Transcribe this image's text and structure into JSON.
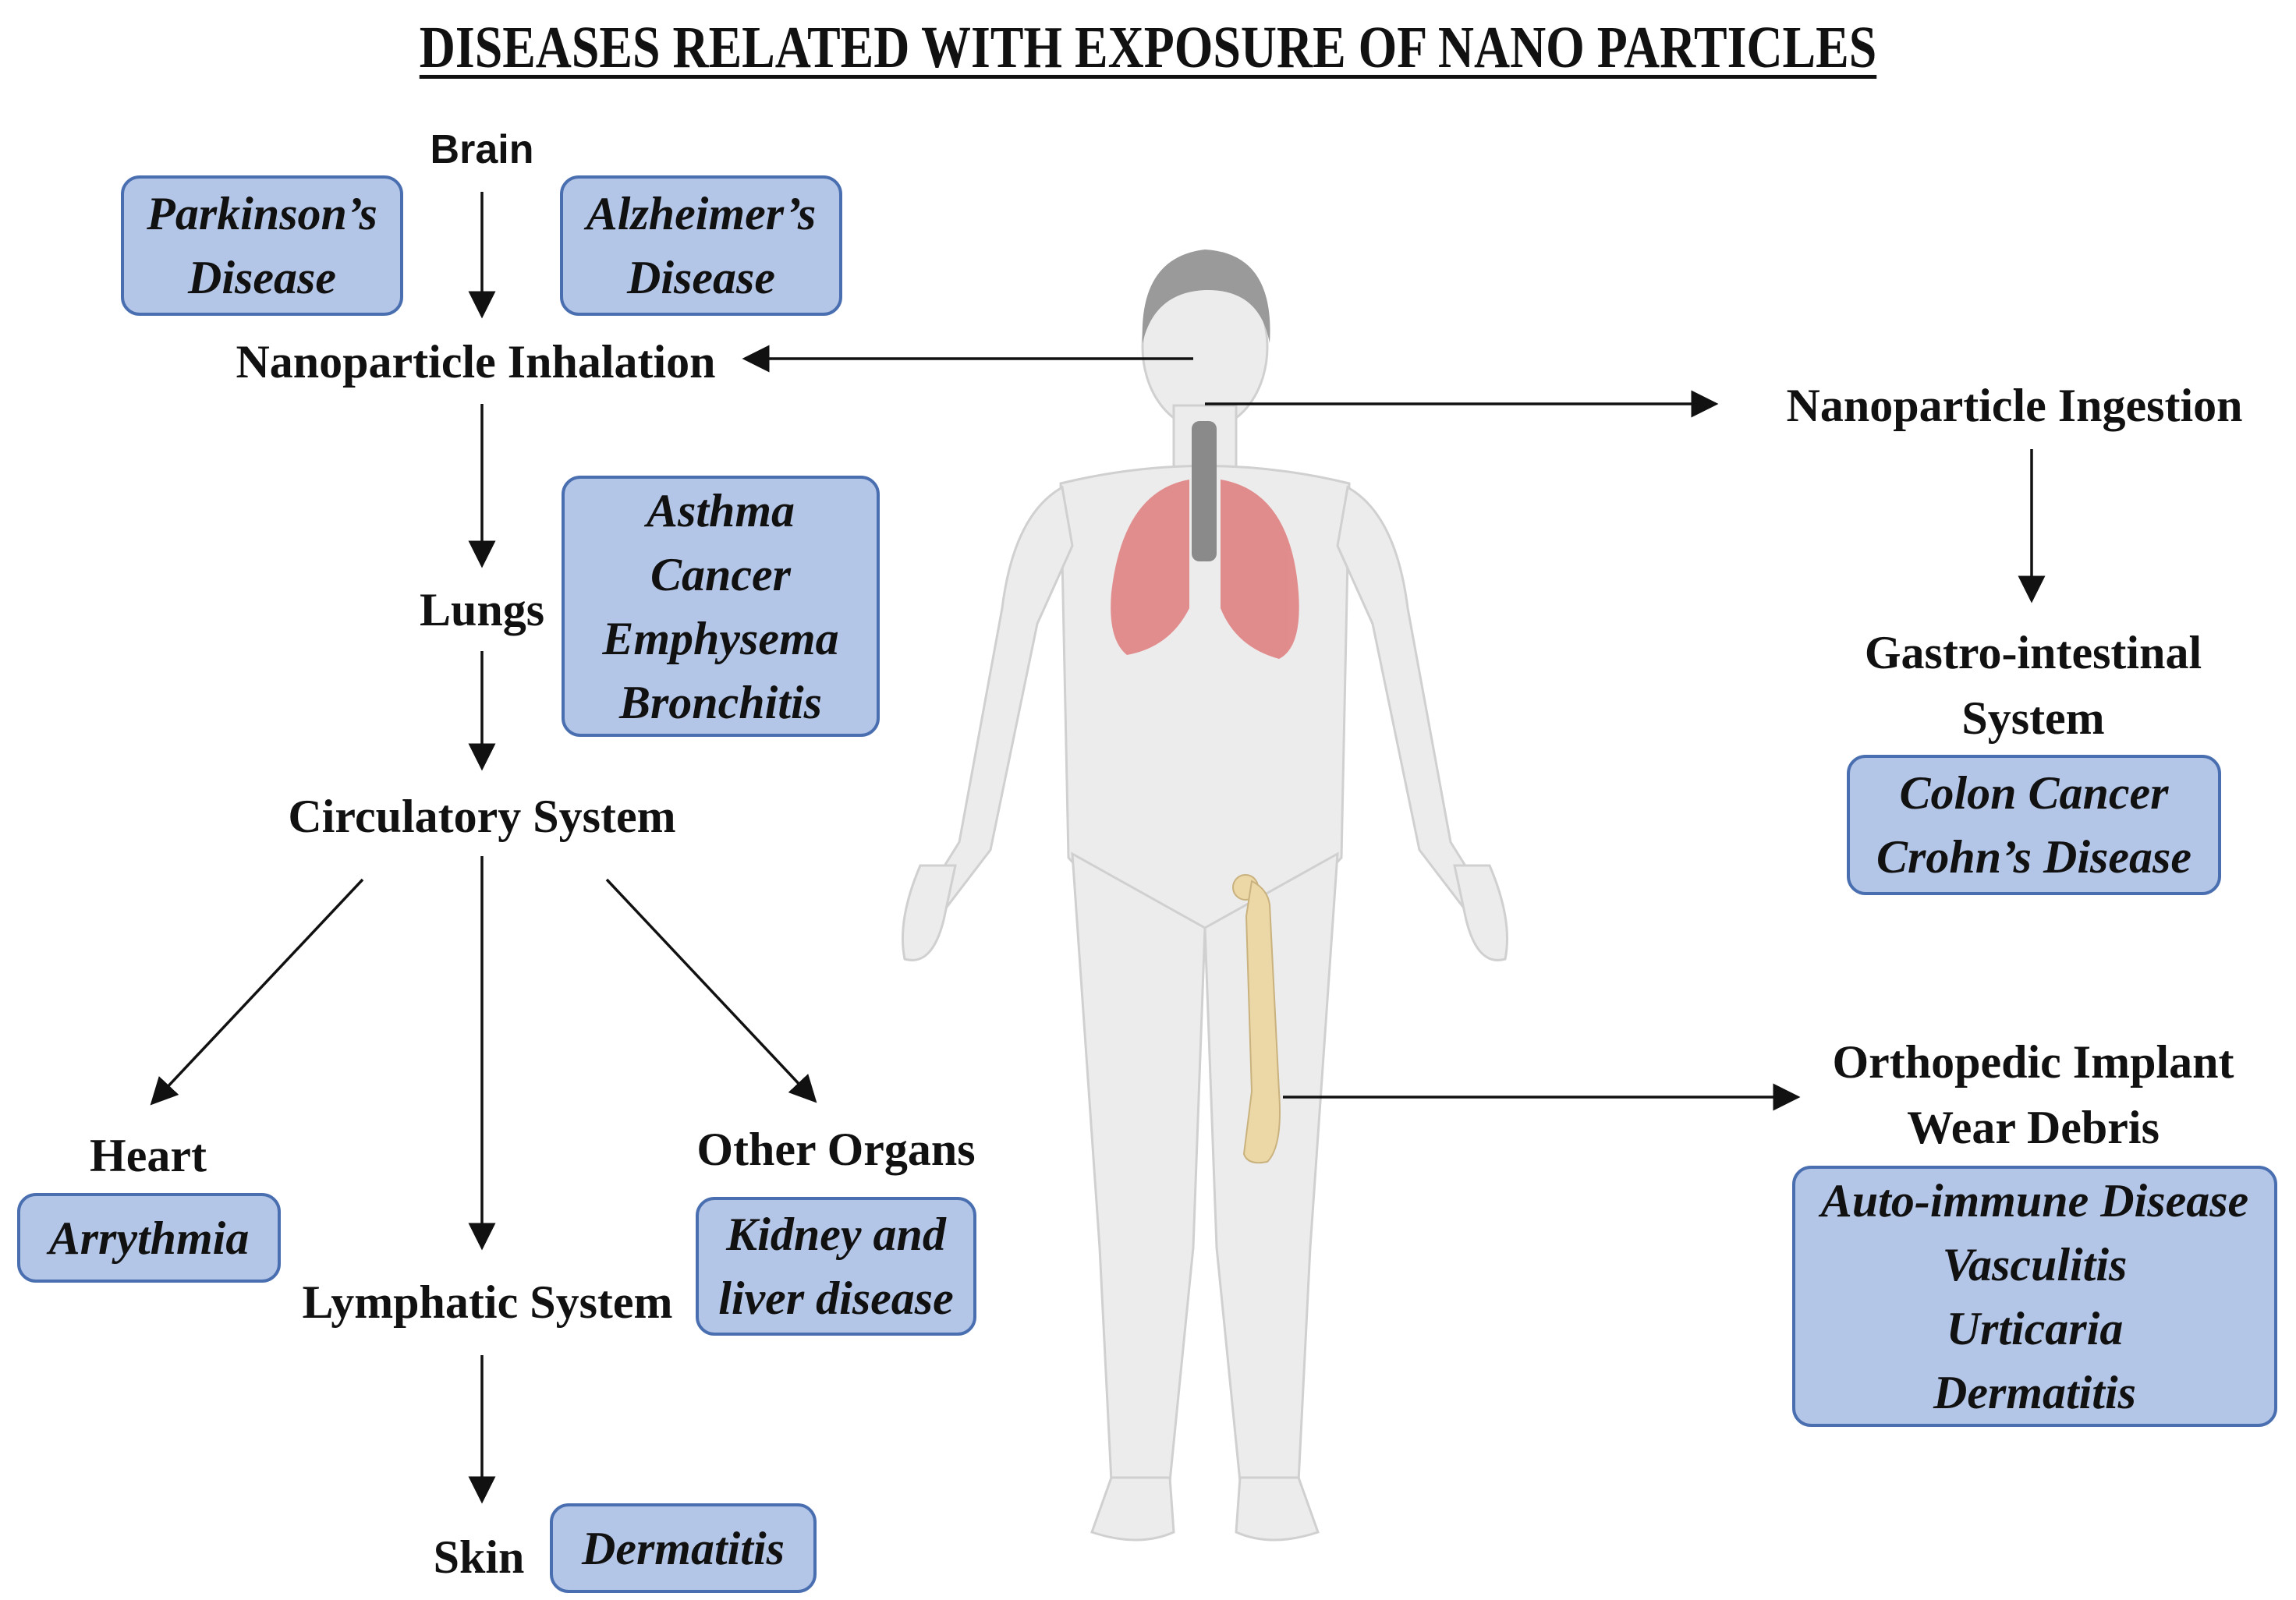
{
  "title": "DISEASES RELATED WITH EXPOSURE OF NANO PARTICLES",
  "colors": {
    "box_fill": "#b4c6e7",
    "box_border": "#4a6fb0",
    "lungs": "#e07c7c",
    "bone": "#ecd7a6",
    "body": "#ececec"
  },
  "nodes": {
    "brain": "Brain",
    "inhalation": "Nanoparticle Inhalation",
    "lungs": "Lungs",
    "circulatory": "Circulatory System",
    "heart": "Heart",
    "lymphatic": "Lymphatic System",
    "other_organs": "Other Organs",
    "skin": "Skin",
    "ingestion": "Nanoparticle Ingestion",
    "gi_line1": "Gastro-intestinal",
    "gi_line2": "System",
    "ortho_line1": "Orthopedic Implant",
    "ortho_line2": "Wear Debris"
  },
  "boxes": {
    "parkinsons": [
      "Parkinson’s",
      "Disease"
    ],
    "alzheimers": [
      "Alzheimer’s",
      "Disease"
    ],
    "lungs": [
      "Asthma",
      "Cancer",
      "Emphysema",
      "Bronchitis"
    ],
    "heart": [
      "Arrythmia"
    ],
    "other_organs": [
      "Kidney and",
      "liver disease"
    ],
    "skin": [
      "Dermatitis"
    ],
    "gi": [
      "Colon Cancer",
      "Crohn’s Disease"
    ],
    "ortho": [
      "Auto-immune Disease",
      "Vasculitis",
      "Urticaria",
      "Dermatitis"
    ]
  }
}
